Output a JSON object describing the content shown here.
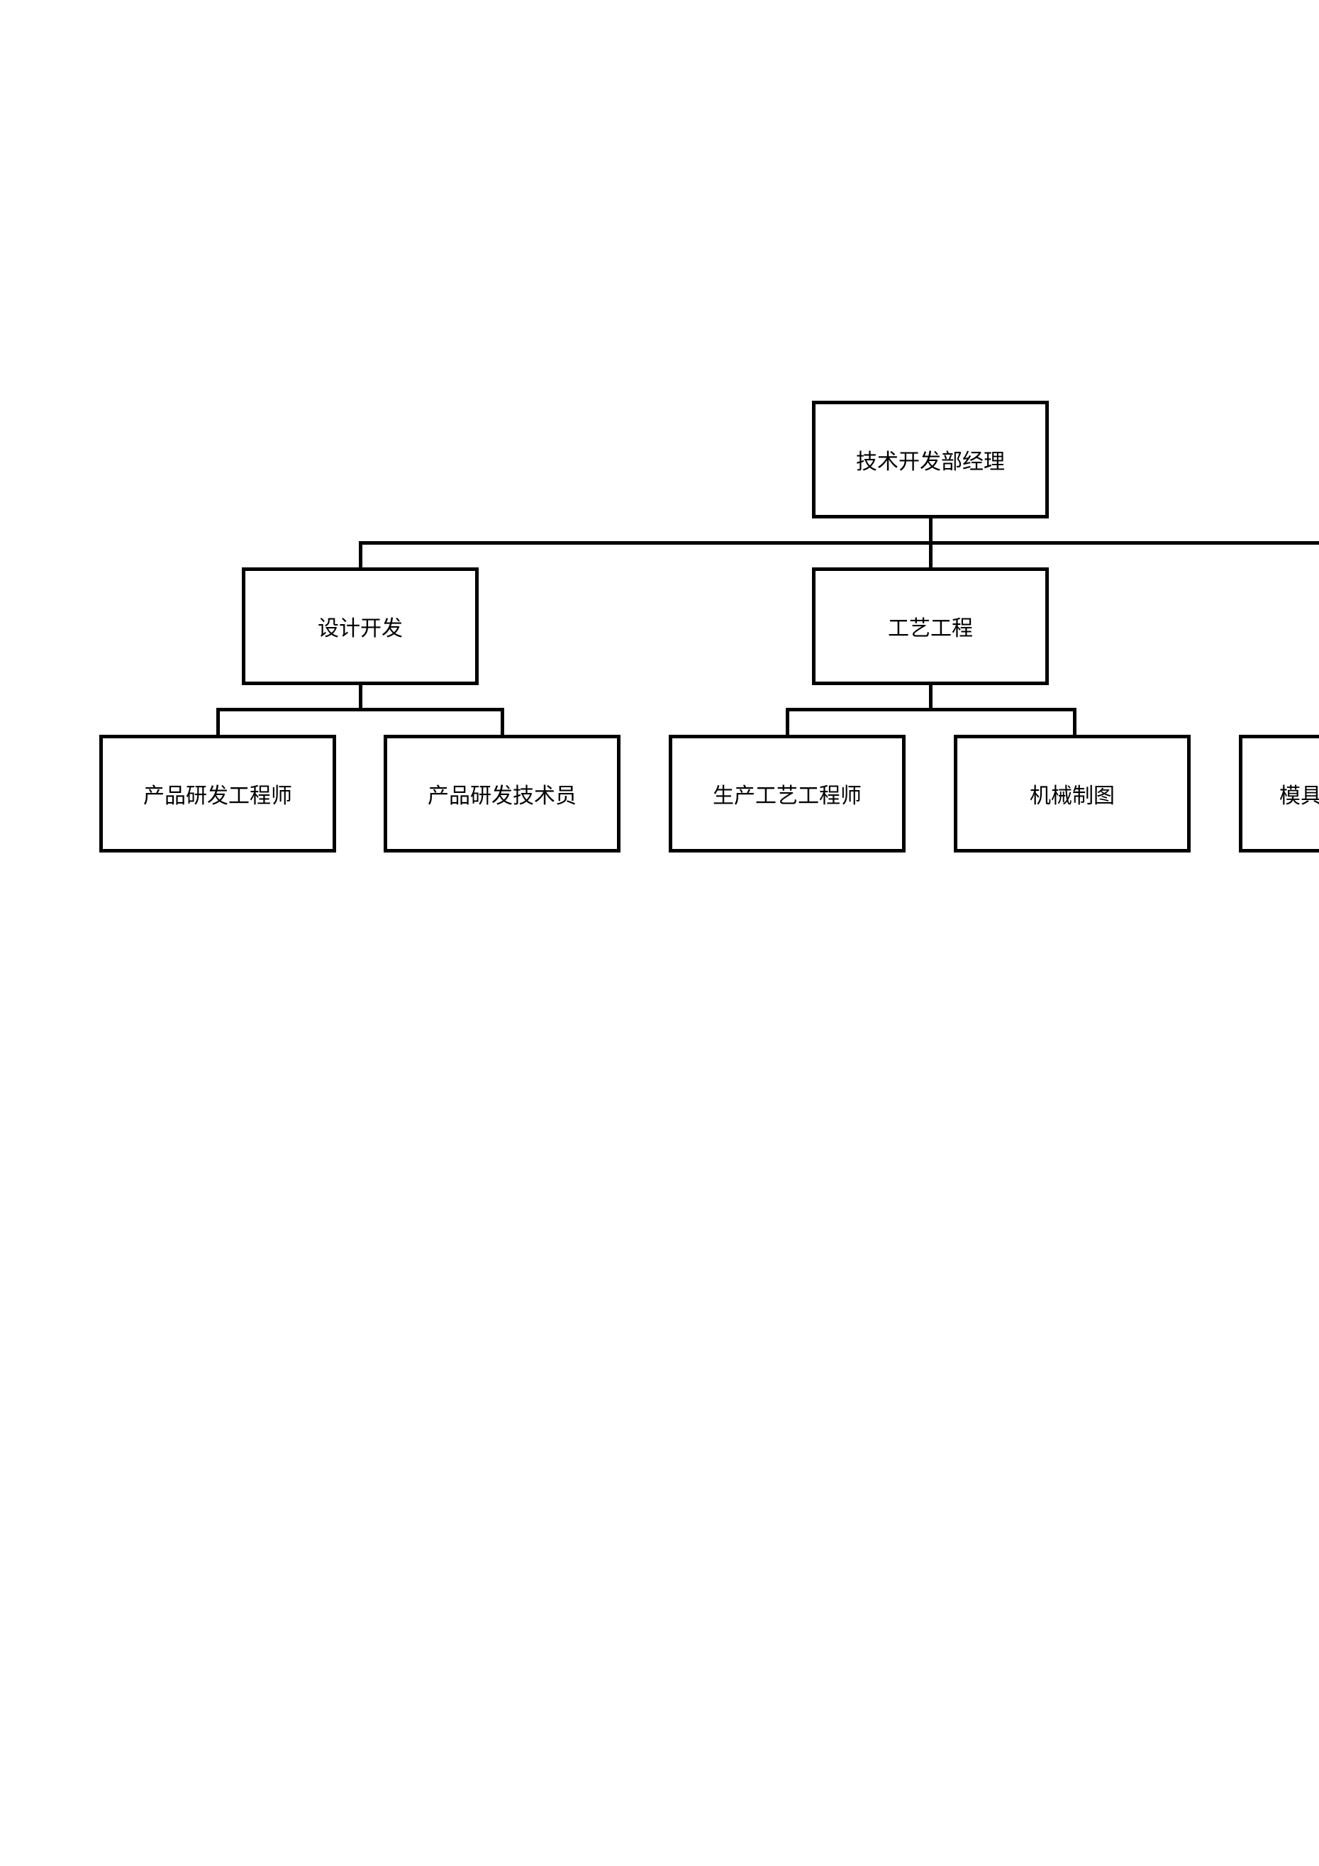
{
  "diagram": {
    "root": {
      "label": "技术开发部经理"
    },
    "departments": [
      {
        "label": "设计开发",
        "positions": [
          {
            "label": "产品研发工程师"
          },
          {
            "label": "产品研发技术员"
          }
        ]
      },
      {
        "label": "工艺工程",
        "positions": [
          {
            "label": "生产工艺工程师"
          },
          {
            "label": "机械制图"
          },
          {
            "label": "模具"
          }
        ]
      }
    ]
  }
}
